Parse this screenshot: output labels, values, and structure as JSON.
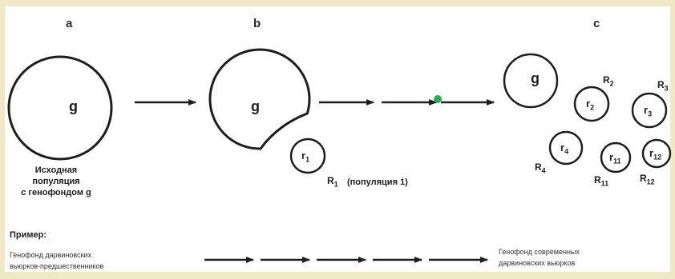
{
  "panels": {
    "a": "a",
    "b": "b",
    "c": "c"
  },
  "gene_pool_label": "g",
  "original_population": {
    "line1": "Исходная",
    "line2": "популяция",
    "line3": "с генофондом g"
  },
  "population_1": {
    "r": "r",
    "r_sub": "1",
    "R": "R",
    "R_sub": "1",
    "caption": "(популяция 1)"
  },
  "subpopulations": [
    {
      "r": "r",
      "r_sub": "2",
      "R": "R",
      "R_sub": "2"
    },
    {
      "r": "r",
      "r_sub": "3",
      "R": "R",
      "R_sub": "3"
    },
    {
      "r": "r",
      "r_sub": "4",
      "R": "R",
      "R_sub": "4"
    },
    {
      "r": "r",
      "r_sub": "11",
      "R": "R",
      "R_sub": "11"
    },
    {
      "r": "r",
      "r_sub": "12",
      "R": "R",
      "R_sub": "12"
    }
  ],
  "example": {
    "title": "Пример:",
    "left_line1": "Генофонд дарвиновских",
    "left_line2": "вьюрков-предшественников",
    "right_line1": "Генофонд современных",
    "right_line2": "дарвиновских вьюрков"
  },
  "colors": {
    "marker": "#22b14c",
    "ink": "#1e1e1e",
    "background": "#efe9c6"
  }
}
